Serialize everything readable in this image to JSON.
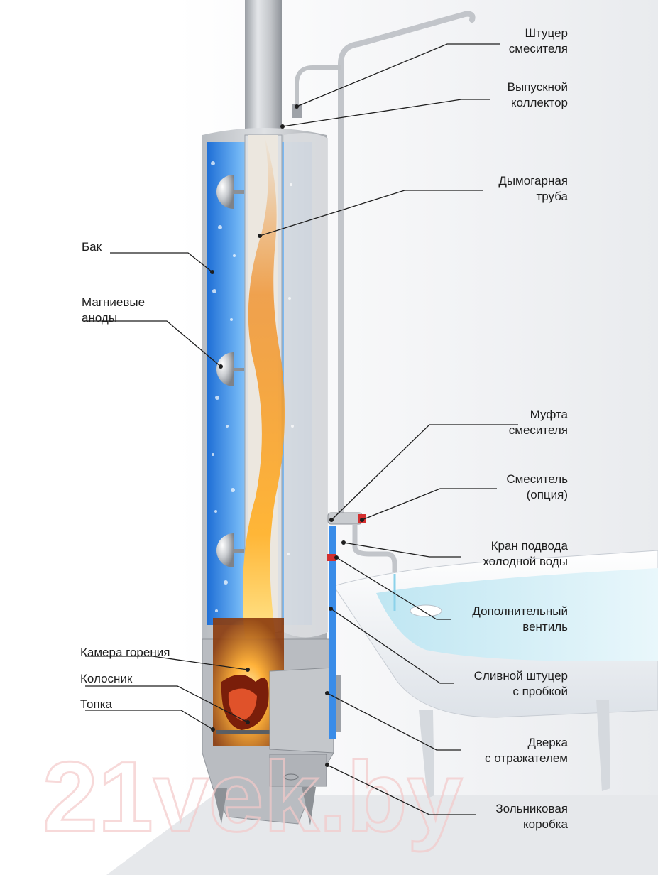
{
  "labels": {
    "shtucer_smesitelya": {
      "l1": "Штуцер",
      "l2": "смесителя"
    },
    "vypusknoy_kollektor": {
      "l1": "Выпускной",
      "l2": "коллектор"
    },
    "dymogarnaya_truba": {
      "l1": "Дымогарная",
      "l2": "труба"
    },
    "bak": {
      "l1": "Бак"
    },
    "magnievye_anody": {
      "l1": "Магниевые",
      "l2": "аноды"
    },
    "mufta_smesitelya": {
      "l1": "Муфта",
      "l2": "смесителя"
    },
    "smesitel_opciya": {
      "l1": "Смеситель",
      "l2": "(опция)"
    },
    "kran_podvoda": {
      "l1": "Кран подвода",
      "l2": "холодной воды"
    },
    "dop_ventil": {
      "l1": "Дополнительный",
      "l2": "вентиль"
    },
    "kamera_goreniya": {
      "l1": "Камера горения"
    },
    "kolosnik": {
      "l1": "Колосник"
    },
    "topka": {
      "l1": "Топка"
    },
    "slivnoy_shtucer": {
      "l1": "Сливной штуцер",
      "l2": "с пробкой"
    },
    "dverka": {
      "l1": "Дверка",
      "l2": "с отражателем"
    },
    "zolnikovaya": {
      "l1": "Зольниковая",
      "l2": "коробка"
    }
  },
  "watermark": "21vek.by",
  "colors": {
    "water_blue": "#3a8ce8",
    "flame_orange": "#f08a1e",
    "steel": "#c9ccd0",
    "leader_line": "#1e1e1e",
    "watermark": "#f4c9c9"
  }
}
